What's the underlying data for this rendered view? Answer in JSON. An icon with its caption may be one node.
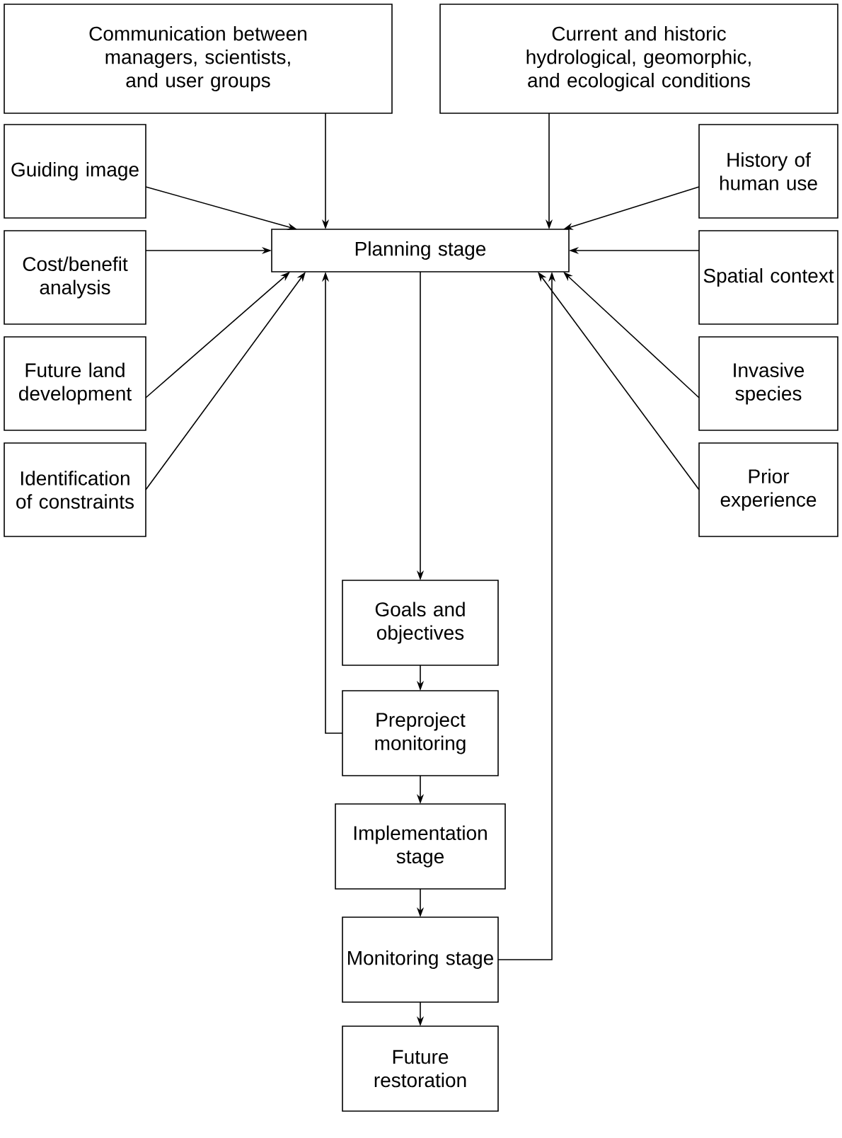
{
  "diagram": {
    "nodes": [
      {
        "text": [
          "Communication between managers, scientists, and user groups"
        ]
      },
      {
        "text": [
          "Current and historic hydrological, geomorphic, and ecological conditions"
        ]
      },
      {
        "text": [
          "Guiding image"
        ]
      },
      {
        "text": [
          "History of human use"
        ]
      },
      {
        "text": [
          "Cost/benefit analysis"
        ]
      },
      {
        "text": [
          "Planning stage"
        ]
      },
      {
        "text": [
          "Spatial context"
        ]
      },
      {
        "text": [
          "Future land development"
        ]
      },
      {
        "text": [
          "Invasive species"
        ]
      },
      {
        "text": [
          "Identification of constraints"
        ]
      },
      {
        "text": [
          "Prior experience"
        ]
      },
      {
        "text": [
          "Goals and objectives"
        ]
      },
      {
        "text": [
          "Preproject monitoring"
        ]
      },
      {
        "text": [
          "Implementation stage"
        ]
      },
      {
        "text": [
          "Monitoring stage"
        ]
      },
      {
        "text": [
          "Future restoration"
        ]
      }
    ],
    "edges": [
      {
        "from": 0,
        "to": 5,
        "arrow": "to"
      },
      {
        "from": 1,
        "to": 5,
        "arrow": "to"
      },
      {
        "from": 2,
        "to": 5,
        "arrow": "to"
      },
      {
        "from": 3,
        "to": 5,
        "arrow": "to"
      },
      {
        "from": 4,
        "to": 5,
        "arrow": "to"
      },
      {
        "from": 6,
        "to": 5,
        "arrow": "to"
      },
      {
        "from": 7,
        "to": 5,
        "arrow": "to"
      },
      {
        "from": 8,
        "to": 5,
        "arrow": "to"
      },
      {
        "from": 9,
        "to": 5,
        "arrow": "to"
      },
      {
        "from": 10,
        "to": 5,
        "arrow": "to"
      },
      {
        "from": 5,
        "to": 11,
        "arrow": "to"
      },
      {
        "from": 11,
        "to": 12,
        "arrow": "to"
      },
      {
        "from": 12,
        "to": 13,
        "arrow": "to"
      },
      {
        "from": 13,
        "to": 14,
        "arrow": "to"
      },
      {
        "from": 14,
        "to": 15,
        "arrow": "to"
      },
      {
        "from": 12,
        "to": 5,
        "arrow": "to"
      },
      {
        "from": 14,
        "to": 5,
        "arrow": "to"
      }
    ]
  }
}
